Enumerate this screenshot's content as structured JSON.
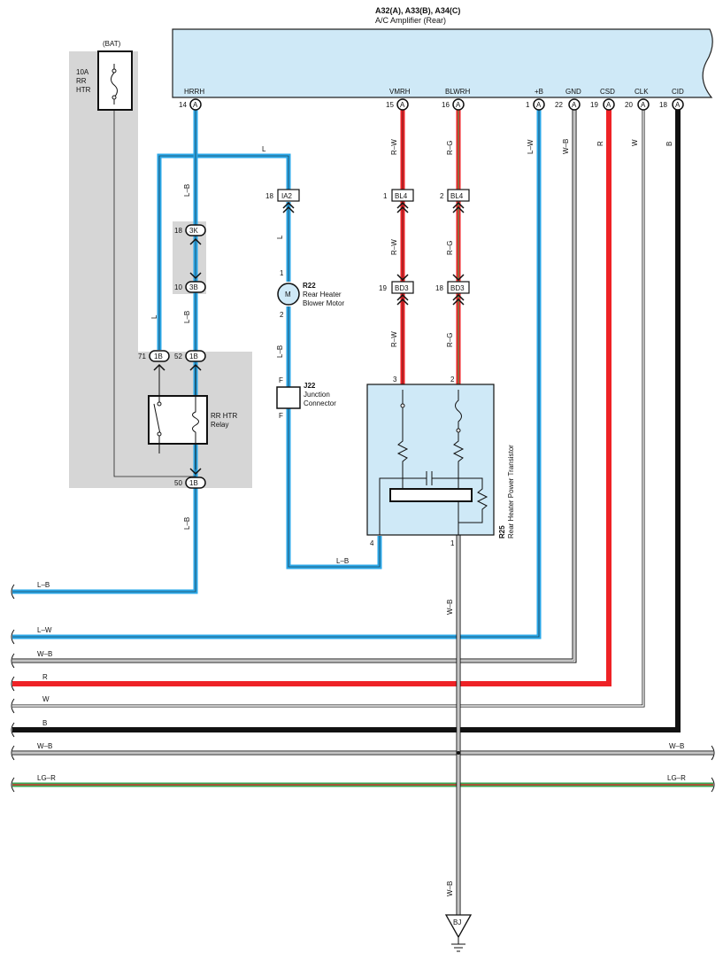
{
  "amplifier": {
    "title": "A32(A), A33(B), A34(C)",
    "subtitle": "A/C Amplifier (Rear)",
    "terminals": [
      {
        "name": "HRRH",
        "pin": "14",
        "conn": "A"
      },
      {
        "name": "VMRH",
        "pin": "15",
        "conn": "A"
      },
      {
        "name": "BLWRH",
        "pin": "16",
        "conn": "A"
      },
      {
        "name": "+B",
        "pin": "1",
        "conn": "A"
      },
      {
        "name": "GND",
        "pin": "22",
        "conn": "A"
      },
      {
        "name": "CSD",
        "pin": "19",
        "conn": "A"
      },
      {
        "name": "CLK",
        "pin": "20",
        "conn": "A"
      },
      {
        "name": "CID",
        "pin": "18",
        "conn": "A"
      }
    ]
  },
  "fuse": {
    "source": "(BAT)",
    "rating": "10A",
    "line2": "RR",
    "line3": "HTR"
  },
  "relay": {
    "name": "RR HTR",
    "sub": "Relay"
  },
  "motor": {
    "id": "R22",
    "name": "Rear Heater",
    "sub": "Blower Motor",
    "symbol": "M",
    "pin1": "1",
    "pin2": "2"
  },
  "junction": {
    "id": "J22",
    "name": "Junction",
    "sub": "Connector",
    "pin_top": "F",
    "pin_bottom": "F"
  },
  "transistor": {
    "id": "R25",
    "name": "Rear Heater Power Transistor",
    "pin3": "3",
    "pin2": "2",
    "pin4": "4",
    "pin1": "1"
  },
  "connectors": {
    "ia2": {
      "pin": "18",
      "label": "IA2"
    },
    "bl4_1": {
      "pin": "1",
      "label": "BL4"
    },
    "bl4_2": {
      "pin": "2",
      "label": "BL4"
    },
    "bd3_19": {
      "pin": "19",
      "label": "BD3"
    },
    "bd3_18": {
      "pin": "18",
      "label": "BD3"
    },
    "k3_18": {
      "pin": "18",
      "label": "3K"
    },
    "b3_10": {
      "pin": "10",
      "label": "3B"
    },
    "b1_71": {
      "pin": "71",
      "label": "1B"
    },
    "b1_52": {
      "pin": "52",
      "label": "1B"
    },
    "b1_50": {
      "pin": "50",
      "label": "1B"
    }
  },
  "wires": {
    "l": "L",
    "lb": "L–B",
    "rw": "R–W",
    "rg": "R–G",
    "lw": "L–W",
    "wb": "W–B",
    "r": "R",
    "w": "W",
    "b": "B",
    "lgr": "LG–R"
  },
  "ground": {
    "label": "BJ"
  },
  "colors": {
    "blue": "#2aa7e8",
    "red": "#ee2226",
    "black": "#111111",
    "gray_box": "#d6d6d6",
    "amp_fill": "#cfe9f7",
    "green": "#3aa655"
  }
}
